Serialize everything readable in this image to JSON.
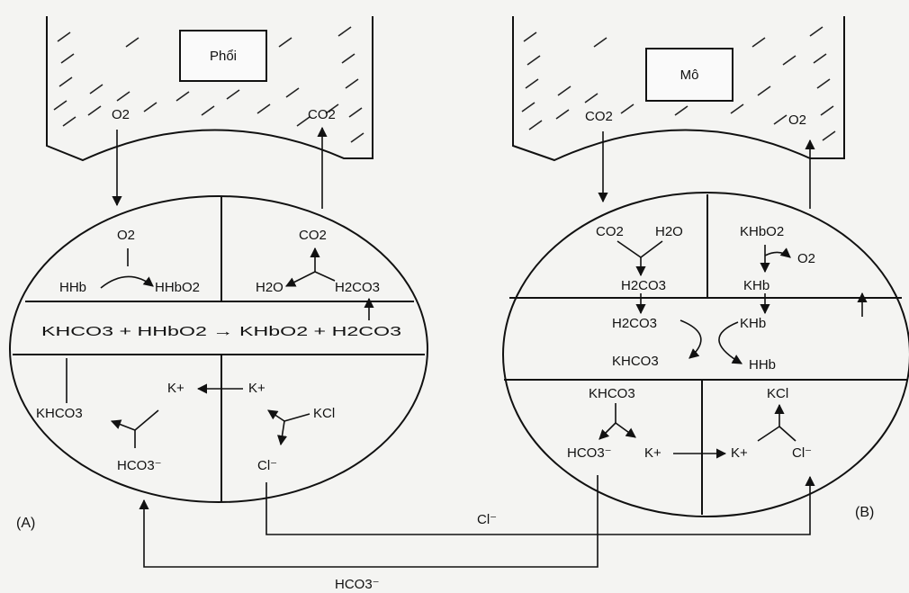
{
  "lung": {
    "title": "Phổi",
    "o2_in": "O2",
    "co2_out": "CO2"
  },
  "cell_a": {
    "tl_o2": "O2",
    "tl_hhb": "HHb",
    "tl_hhbo2": "HHbO2",
    "tr_co2": "CO2",
    "tr_h2o": "H2O",
    "tr_h2co3": "H2CO3",
    "middle_equation": "KHCO3 + HHbO2 → KHbO2 + H2CO3",
    "bl_kplus": "K+",
    "bl_khco3": "KHCO3",
    "bl_hco3": "HCO3⁻",
    "br_kplus": "K+",
    "br_kcl": "KCl",
    "br_cl": "Cl⁻",
    "label": "(A)"
  },
  "tissue": {
    "title": "Mô",
    "co2_in": "CO2",
    "o2_out": "O2"
  },
  "cell_b": {
    "tl_co2": "CO2",
    "tl_h2o": "H2O",
    "tl_h2co3": "H2CO3",
    "tr_khbo2": "KHbO2",
    "tr_o2": "O2",
    "tr_khb": "KHb",
    "mid_h2co3": "H2CO3",
    "mid_khb": "KHb",
    "mid_khco3": "KHCO3",
    "mid_hhb": "HHb",
    "bl_khco3": "KHCO3",
    "bl_hco3": "HCO3⁻",
    "bl_kplus": "K+",
    "br_kplus": "K+",
    "br_kcl": "KCl",
    "br_cl": "Cl⁻",
    "label": "(B)"
  },
  "exchange": {
    "cl_label": "Cl⁻",
    "hco3_label": "HCO3⁻"
  }
}
